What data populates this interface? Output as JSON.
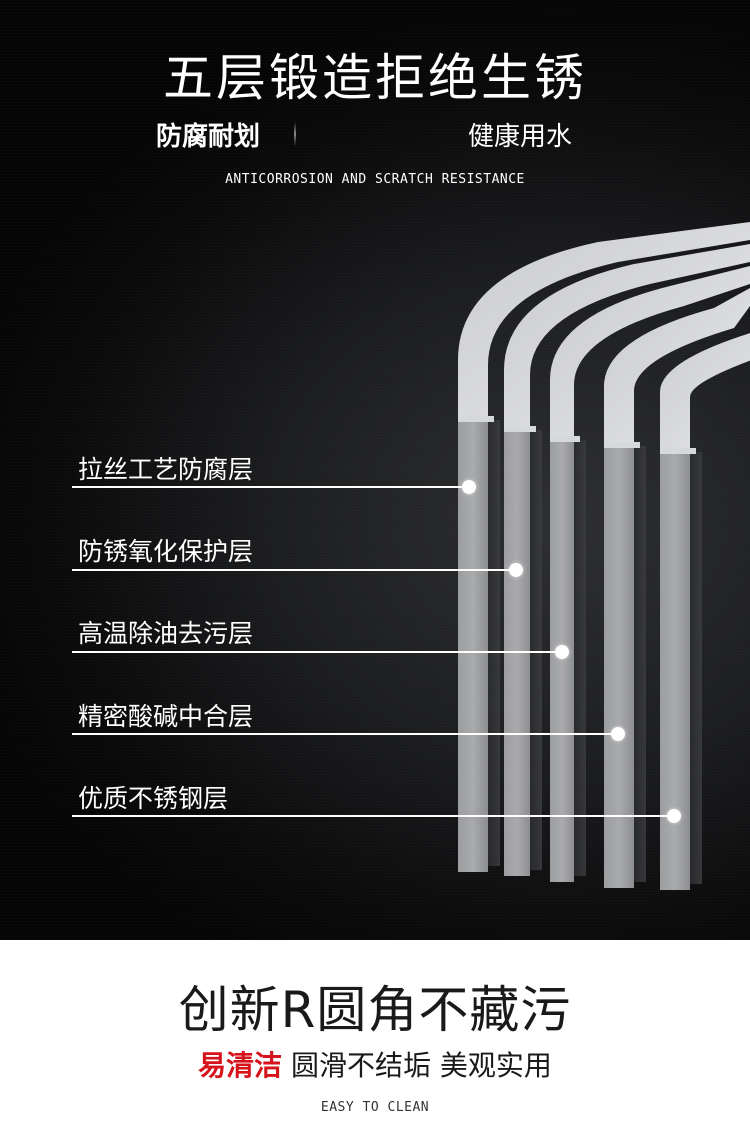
{
  "header": {
    "title": "五层锻造拒绝生锈",
    "subtitle_left": "防腐耐划",
    "subtitle_right": "健康用水",
    "subtitle_en": "ANTICORROSION AND SCRATCH RESISTANCE"
  },
  "layers": [
    {
      "label": "拉丝工艺防腐层"
    },
    {
      "label": "防锈氧化保护层"
    },
    {
      "label": "高温除油去污层"
    },
    {
      "label": "精密酸碱中合层"
    },
    {
      "label": "优质不锈钢层"
    }
  ],
  "footer": {
    "title": "创新R圆角不藏污",
    "accent": "易清洁",
    "tagline": "圆滑不结垢 美观实用",
    "en": "EASY TO CLEAN"
  },
  "colors": {
    "background_dark": "#0b0b0c",
    "background_light": "#ffffff",
    "accent_red": "#d6121a",
    "text_light": "#ffffff",
    "text_dark": "#1a1a1a"
  }
}
